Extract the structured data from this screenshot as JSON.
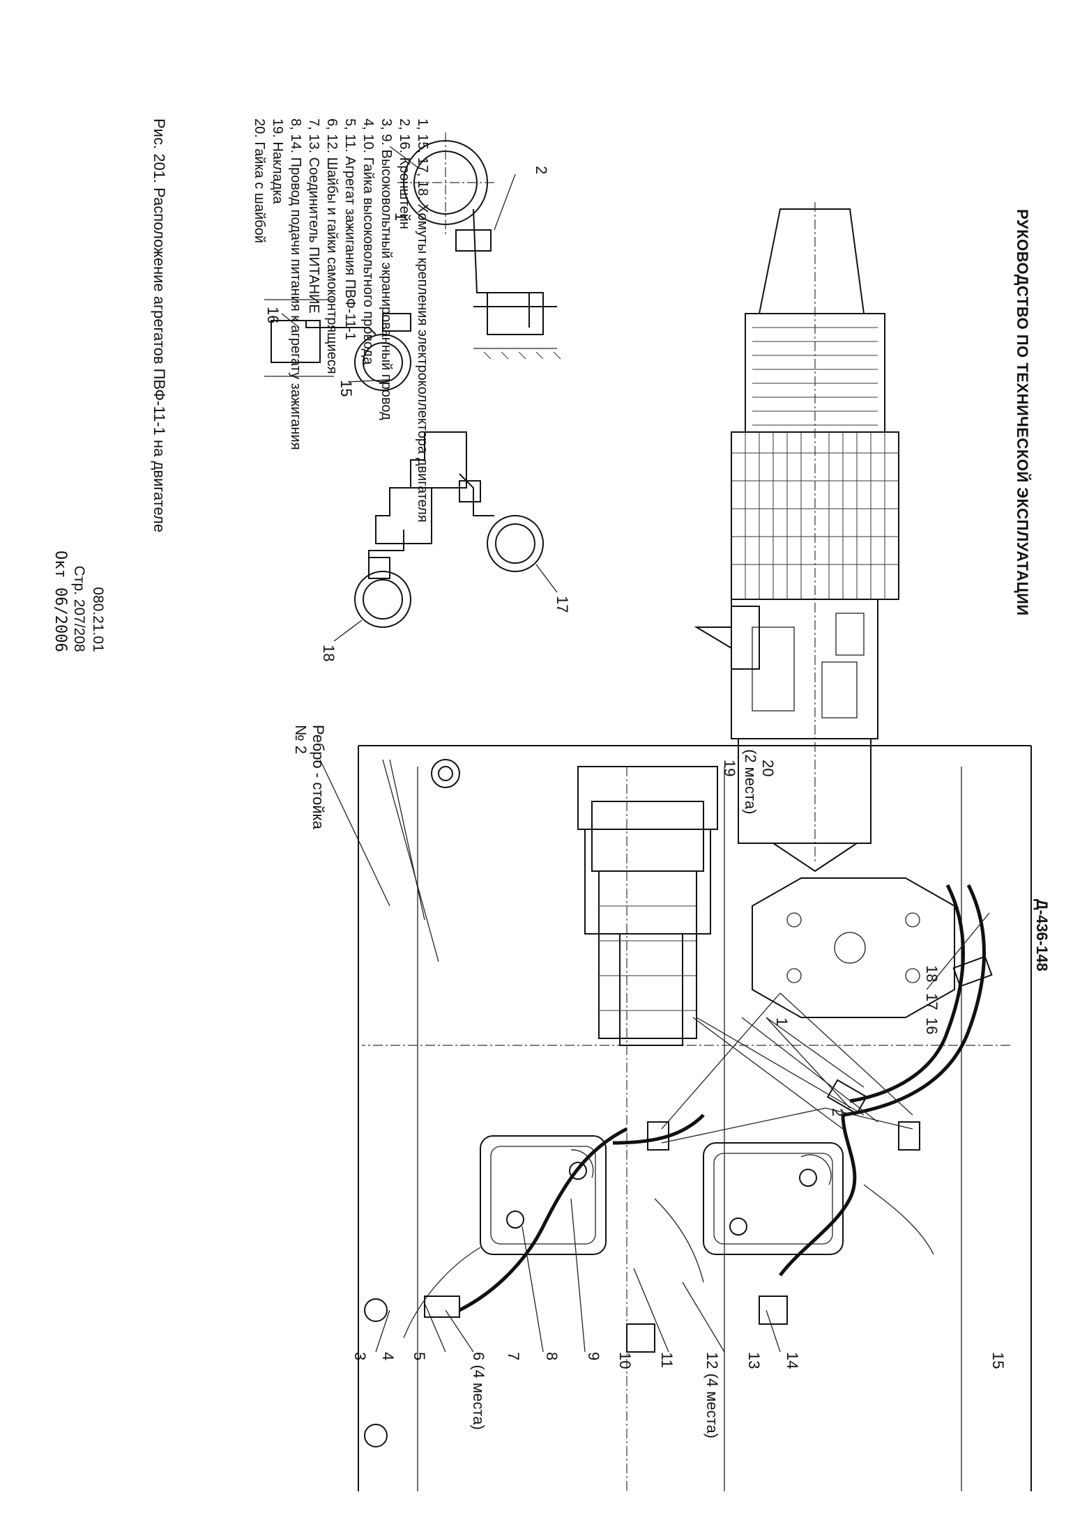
{
  "header": {
    "document_code": "Д-436-148",
    "title": "РУКОВОДСТВО ПО ТЕХНИЧЕСКОЙ ЭКСПЛУАТАЦИИ"
  },
  "legend": [
    "1, 15, 17, 18. Хомуты крепления электроколлектора двигателя",
    "2, 16. Кронштейн",
    "3, 9. Высоковольтный экранированный провод",
    "4, 10. Гайка высоковольтного провода",
    "5, 11. Агрегат зажигания ПВФ-11-1",
    "6, 12. Шайбы и гайки самоконтрящиеся",
    "7, 13. Соединитель ПИТАНИЕ",
    "8, 14. Провод подачи питания к агрегату зажигания",
    "19. Накладка",
    "20. Гайка с шайбой"
  ],
  "figure_caption": "Рис. 201. Расположение агрегатов ПВФ-11-1 на двигателе",
  "footer": {
    "section": "080.21.01",
    "page": "Стр. 207/208",
    "date": "Окт 06/2006"
  },
  "callouts": {
    "c1": "1",
    "c2": "2",
    "c3": "3",
    "c4": "4",
    "c5": "5",
    "c6": "6 (4 места)",
    "c7": "7",
    "c8": "8",
    "c9": "9",
    "c10": "10",
    "c11": "11",
    "c12": "12 (4 места)",
    "c13": "13",
    "c14": "14",
    "c15": "15",
    "c16": "16",
    "c17": "17",
    "c18": "18",
    "c19": "19",
    "c20": "20",
    "c20b": "(2 места)",
    "rib": "Ребро - стойка",
    "rib2": "№ 2",
    "d1": "1",
    "d2": "2",
    "d15": "15",
    "d16": "16",
    "d17": "17",
    "d18": "18"
  }
}
